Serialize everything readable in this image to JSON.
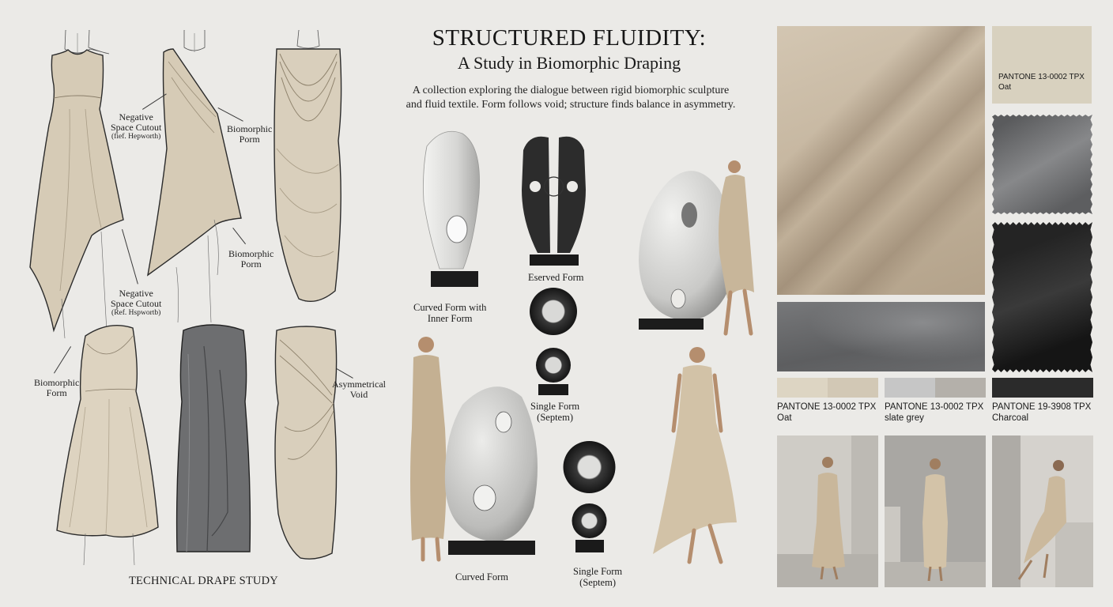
{
  "header": {
    "title": "STRUCTURED FLUIDITY:",
    "subtitle": "A Study in Biomorphic Draping",
    "description_line1": "A collection exploring the dialogue between rigid biomorphic sculpture",
    "description_line2": "and fluid textile. Form follows void; structure finds balance in asymmetry."
  },
  "sketch_panel": {
    "caption": "TECHNICAL DRAPE STUDY",
    "annotations": [
      {
        "line1": "Negative",
        "line2": "Space Cutout",
        "ref": "(fief. Hepworth)"
      },
      {
        "line1": "Biomorphic",
        "line2": "Porm"
      },
      {
        "line1": "Biomorphic",
        "line2": "Porm"
      },
      {
        "line1": "Negative",
        "line2": "Space Cutout",
        "ref": "(Ref. Hspwortb)"
      },
      {
        "line1": "Biomorphic",
        "line2": "Form"
      },
      {
        "line1": "Asymmetrical",
        "line2": "Void"
      }
    ],
    "sketches": [
      {
        "name": "asymmetric-hem-dress",
        "color": "#d6cbb6"
      },
      {
        "name": "one-shoulder-drape-dress",
        "color": "#d6cbb6"
      },
      {
        "name": "cowl-drape-dress",
        "color": "#d9cfbc"
      },
      {
        "name": "one-shoulder-midi-dress",
        "color": "#ddd3c0"
      },
      {
        "name": "grey-column-dress",
        "color": "#6d6e70"
      },
      {
        "name": "wrap-drape-dress",
        "color": "#d9cfbc"
      }
    ]
  },
  "sculptures": {
    "captions": [
      {
        "line1": "Curved Form with",
        "line2": "Inner Form"
      },
      {
        "line1": "Eserved Form"
      },
      {
        "line1": "Single Form",
        "line2": "(Septem)"
      },
      {
        "line1": "Curved Form"
      },
      {
        "line1": "Single Form",
        "line2": "(Septem)"
      }
    ]
  },
  "materials": {
    "swatch_card": {
      "code": "PANTONE 13-0002 TPX",
      "name": "Oat",
      "color": "#d8d1bf"
    },
    "fabric_colors": {
      "oat": "#c8b9a3",
      "slate": "#6e6f71",
      "charcoal": "#262626"
    },
    "chips": [
      {
        "code": "PANTONE 13-0002 TPX",
        "name": "Oat",
        "colors": [
          "#ddd5c3",
          "#d2c8b5"
        ]
      },
      {
        "code": "PANTONE 13-0002 TPX",
        "name": "slate grey",
        "colors": [
          "#c6c6c6",
          "#b4b0aa"
        ]
      },
      {
        "code": "PANTONE 19-3908 TPX",
        "name": "Charcoal",
        "colors": [
          "#2b2b2b",
          "#2b2b2b"
        ]
      }
    ]
  }
}
